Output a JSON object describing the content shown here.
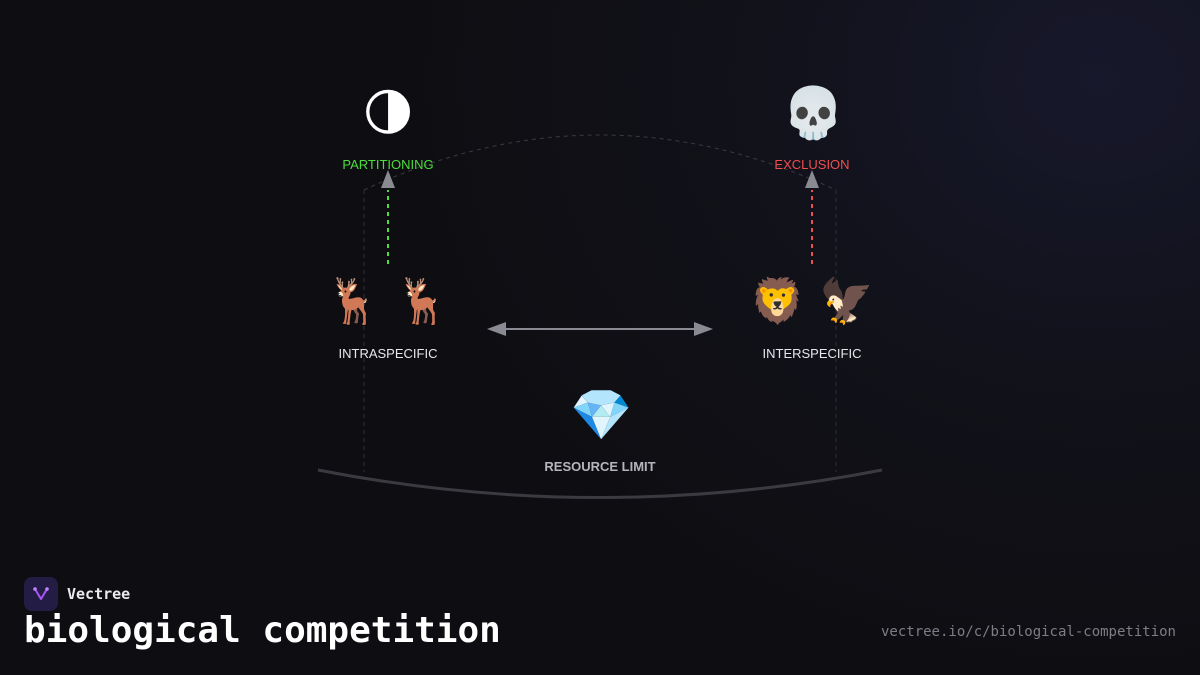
{
  "nodes": {
    "partitioning": {
      "icon": "🌗",
      "icon_name": "half-moon-icon",
      "label": "PARTITIONING",
      "color": "#4ade3a"
    },
    "exclusion": {
      "icon": "💀",
      "icon_name": "skull-icon",
      "label": "EXCLUSION",
      "color": "#ef4e4e"
    },
    "intraspecific": {
      "icon": "🦌 🦌",
      "icon_name": "deer-pair-icon",
      "label": "INTRASPECIFIC",
      "color": "#e8e8ec"
    },
    "interspecific": {
      "icon": "🦁 🦅",
      "icon_name": "lion-eagle-icon",
      "label": "INTERSPECIFIC",
      "color": "#e8e8ec"
    },
    "resource_limit": {
      "icon": "💎",
      "icon_name": "gem-icon",
      "label": "RESOURCE LIMIT",
      "color": "#b5b5bd"
    }
  },
  "colors": {
    "arrow_gray": "#8a8a92",
    "partition_arrow": "#4ade3a",
    "exclusion_arrow": "#ef4e4e",
    "arc": "#3a3a40"
  },
  "footer": {
    "brand": "Vectree",
    "title": "biological competition",
    "url": "vectree.io/c/biological-competition"
  }
}
